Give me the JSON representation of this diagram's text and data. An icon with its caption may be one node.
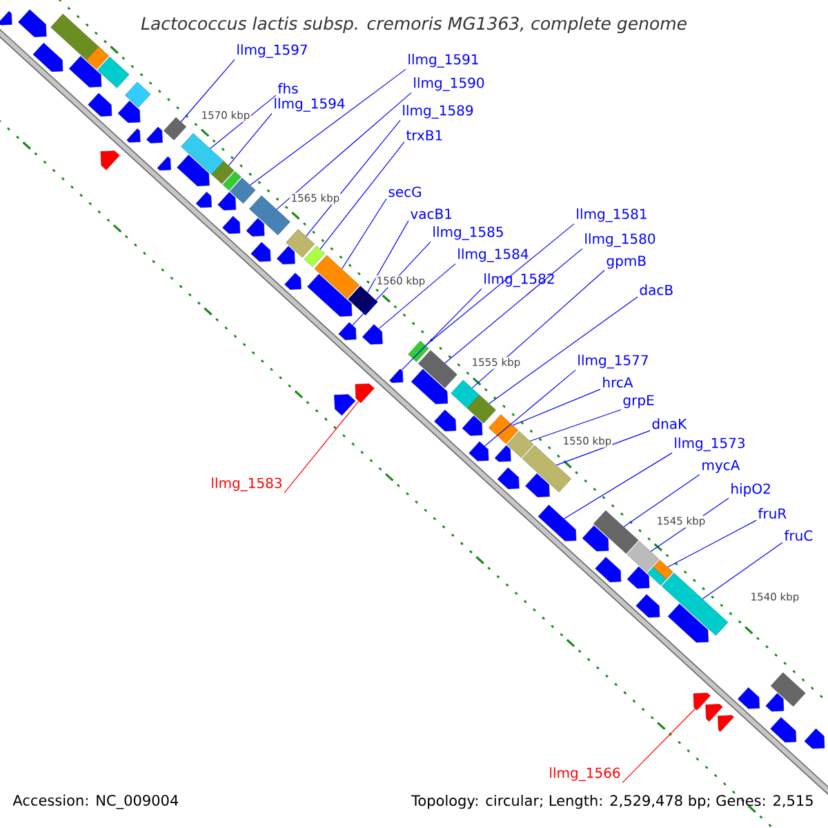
{
  "diagram": {
    "title": "Lactococcus lactis subsp. cremoris MG1363, complete genome",
    "nodes": [
      {
        "text": [
          "llmg_1597"
        ]
      },
      {
        "text": [
          "llmg_1591"
        ]
      },
      {
        "text": [
          "llmg_1590"
        ]
      },
      {
        "text": [
          "fhs"
        ]
      },
      {
        "text": [
          "llmg_1594"
        ]
      },
      {
        "text": [
          "llmg_1589"
        ]
      },
      {
        "text": [
          "trxB1"
        ]
      },
      {
        "text": [
          "secG"
        ]
      },
      {
        "text": [
          "vacB1"
        ]
      },
      {
        "text": [
          "llmg_1581"
        ]
      },
      {
        "text": [
          "llmg_1585"
        ]
      },
      {
        "text": [
          "llmg_1580"
        ]
      },
      {
        "text": [
          "llmg_1584"
        ]
      },
      {
        "text": [
          "gpmB"
        ]
      },
      {
        "text": [
          "llmg_1582"
        ]
      },
      {
        "text": [
          "dacB"
        ]
      },
      {
        "text": [
          "llmg_1577"
        ]
      },
      {
        "text": [
          "hrcA"
        ]
      },
      {
        "text": [
          "grpE"
        ]
      },
      {
        "text": [
          "dnaK"
        ]
      },
      {
        "text": [
          "llmg_1573"
        ]
      },
      {
        "text": [
          "mycA"
        ]
      },
      {
        "text": [
          "llmg_1583"
        ]
      },
      {
        "text": [
          "hipO2"
        ]
      },
      {
        "text": [
          "fruR"
        ]
      },
      {
        "text": [
          "fruC"
        ]
      },
      {
        "text": [
          "llmg_1566"
        ]
      },
      {
        "text": [],
        "shape": "arrow"
      },
      {
        "text": [],
        "shape": "arrow"
      },
      {
        "text": [],
        "shape": "box"
      },
      {
        "text": [],
        "shape": "arrow"
      },
      {
        "text": [],
        "shape": "arrow"
      },
      {
        "text": [],
        "shape": "diamond"
      },
      {
        "text": [],
        "shape": "box"
      },
      {
        "text": [],
        "shape": "arrow"
      },
      {
        "text": [],
        "shape": "diamond"
      },
      {
        "text": [],
        "shape": "arrow"
      },
      {
        "text": [],
        "shape": "arrow"
      },
      {
        "text": [],
        "shape": "arrow"
      },
      {
        "text": [],
        "shape": "arrow"
      },
      {
        "text": [],
        "shape": "diamond"
      },
      {
        "text": [],
        "shape": "arrow"
      },
      {
        "text": [],
        "shape": "box"
      },
      {
        "text": [],
        "shape": "arrow"
      },
      {
        "text": [],
        "shape": "diamond"
      },
      {
        "text": [],
        "shape": "arrow"
      },
      {
        "text": [],
        "shape": "box"
      },
      {
        "text": [],
        "shape": "arrow"
      },
      {
        "text": [],
        "shape": "diamond"
      },
      {
        "text": [],
        "shape": "arrow"
      },
      {
        "text": [],
        "shape": "box"
      },
      {
        "text": [],
        "shape": "arrow"
      },
      {
        "text": [],
        "shape": "arrow"
      },
      {
        "text": [],
        "shape": "arrow"
      },
      {
        "text": [],
        "shape": "diamond"
      },
      {
        "text": [],
        "shape": "arrow"
      },
      {
        "text": [],
        "shape": "box"
      },
      {
        "text": [],
        "shape": "box"
      },
      {
        "text": [],
        "shape": "arrow"
      },
      {
        "text": [],
        "shape": "box"
      },
      {
        "text": [],
        "shape": "arrow"
      },
      {
        "text": [],
        "shape": "arrow"
      },
      {
        "text": [],
        "shape": "arrow"
      },
      {
        "text": [],
        "shape": "arrow"
      },
      {
        "text": [],
        "shape": "arrow"
      },
      {
        "text": [],
        "shape": "box"
      },
      {
        "text": [],
        "shape": "box"
      },
      {
        "text": [],
        "shape": "arrow"
      },
      {
        "text": [],
        "shape": "diamond"
      },
      {
        "text": [],
        "shape": "arrow"
      },
      {
        "text": [],
        "shape": "diamond"
      },
      {
        "text": [],
        "shape": "arrow"
      },
      {
        "text": [],
        "shape": "arrow"
      },
      {
        "text": [],
        "shape": "box"
      },
      {
        "text": [],
        "shape": "arrow"
      },
      {
        "text": [],
        "shape": "diamond"
      },
      {
        "text": [],
        "shape": "arrow"
      },
      {
        "text": [],
        "shape": "box"
      },
      {
        "text": [],
        "shape": "arrow"
      },
      {
        "text": [],
        "shape": "arrow"
      },
      {
        "text": [],
        "shape": "arrow"
      },
      {
        "text": [],
        "shape": "box"
      },
      {
        "text": [],
        "shape": "arrow"
      },
      {
        "text": [],
        "shape": "box"
      },
      {
        "text": [],
        "shape": "arrow"
      },
      {
        "text": [],
        "shape": "box"
      },
      {
        "text": [],
        "shape": "box"
      },
      {
        "text": [],
        "shape": "arrow"
      },
      {
        "text": [],
        "shape": "box"
      },
      {
        "text": [],
        "shape": "arrow"
      },
      {
        "text": [],
        "shape": "arrow"
      },
      {
        "text": [],
        "shape": "arrow"
      },
      {
        "text": [],
        "shape": "arrow"
      },
      {
        "text": [],
        "shape": "arrow"
      },
      {
        "text": [],
        "shape": "box"
      },
      {
        "text": [],
        "shape": "arrow"
      },
      {
        "text": [],
        "shape": "arrow"
      },
      {
        "text": [],
        "shape": "arrow"
      }
    ],
    "edges": [
      {
        "from": 0,
        "to": 40,
        "arrow": "none"
      },
      {
        "from": 1,
        "to": 48,
        "arrow": "none"
      },
      {
        "from": 2,
        "to": 50,
        "arrow": "none"
      },
      {
        "from": 3,
        "to": 42,
        "arrow": "none"
      },
      {
        "from": 4,
        "to": 44,
        "arrow": "none"
      },
      {
        "from": 5,
        "to": 54,
        "arrow": "none"
      },
      {
        "from": 6,
        "to": 56,
        "arrow": "none"
      },
      {
        "from": 7,
        "to": 57,
        "arrow": "none"
      },
      {
        "from": 8,
        "to": 59,
        "arrow": "none"
      },
      {
        "from": 9,
        "to": 65,
        "arrow": "none"
      },
      {
        "from": 10,
        "to": 60,
        "arrow": "none"
      },
      {
        "from": 11,
        "to": 66,
        "arrow": "none"
      },
      {
        "from": 12,
        "to": 61,
        "arrow": "none"
      },
      {
        "from": 13,
        "to": 68,
        "arrow": "none"
      },
      {
        "from": 14,
        "to": 64,
        "arrow": "none"
      },
      {
        "from": 15,
        "to": 70,
        "arrow": "none"
      },
      {
        "from": 16,
        "to": 72,
        "arrow": "none"
      },
      {
        "from": 17,
        "to": 73,
        "arrow": "none"
      },
      {
        "from": 18,
        "to": 75,
        "arrow": "none"
      },
      {
        "from": 19,
        "to": 77,
        "arrow": "none"
      },
      {
        "from": 20,
        "to": 79,
        "arrow": "none"
      },
      {
        "from": 21,
        "to": 81,
        "arrow": "none"
      },
      {
        "from": 22,
        "to": 63,
        "arrow": "none",
        "color": "#ff0000"
      },
      {
        "from": 23,
        "to": 83,
        "arrow": "none"
      },
      {
        "from": 24,
        "to": 86,
        "arrow": "none"
      },
      {
        "from": 25,
        "to": 88,
        "arrow": "none"
      },
      {
        "from": 26,
        "to": 90,
        "arrow": "none",
        "color": "#ff0000"
      }
    ],
    "labels": [
      "1570 kbp",
      "1565 kbp",
      "1560 kbp",
      "1555 kbp",
      "1550 kbp",
      "1545 kbp",
      "1540 kbp",
      "Accession: NC_009004",
      "Topology: circular; Length: 2,529,478 bp; Genes: 2,515"
    ]
  }
}
